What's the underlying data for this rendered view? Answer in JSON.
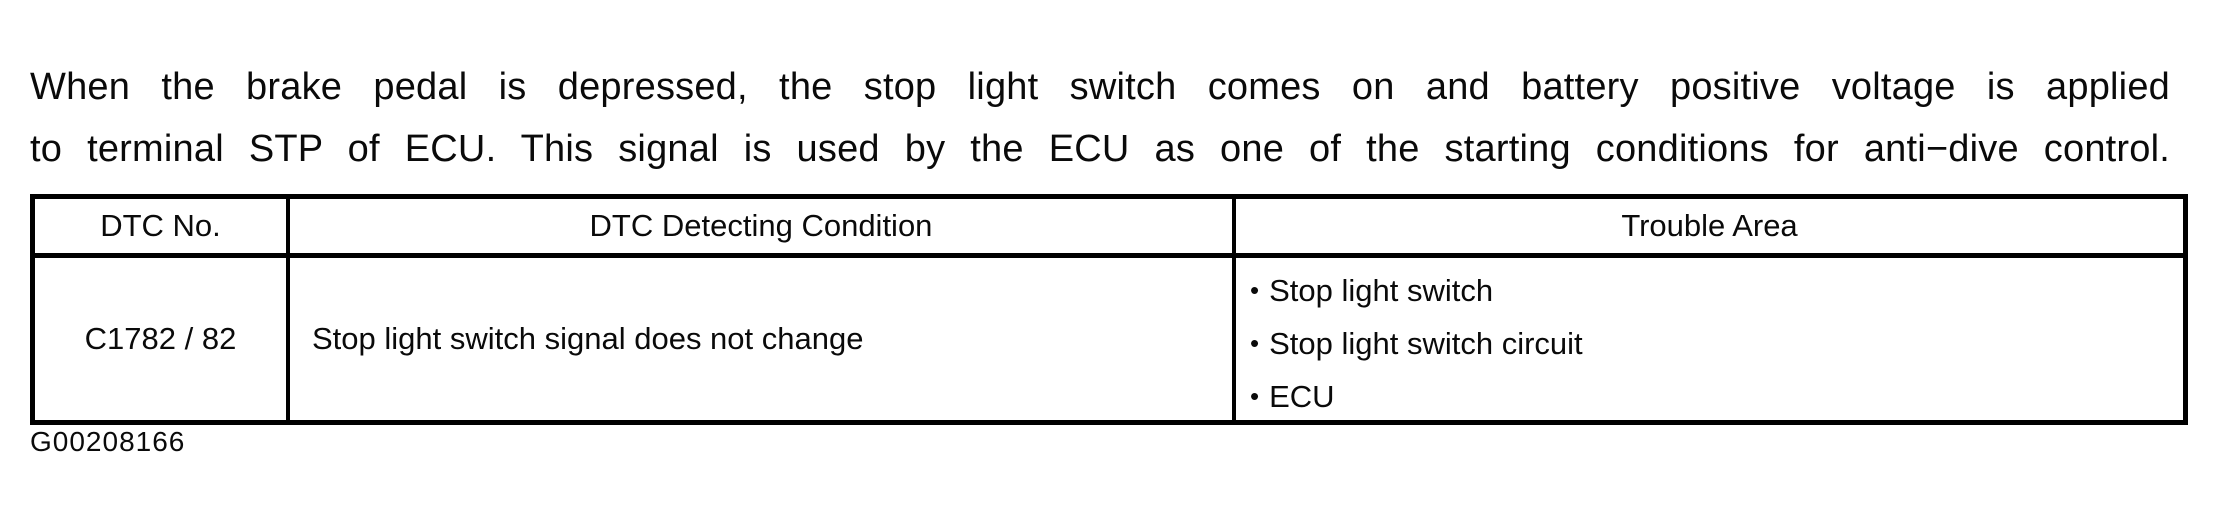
{
  "page": {
    "background": "#ffffff",
    "text_color": "#0a0a0a",
    "border_color": "#000000"
  },
  "description": {
    "lines": [
      "When the brake pedal is depressed, the stop light switch comes on and battery positive voltage is applied",
      "to terminal STP of ECU. This signal is used by the ECU as one of the starting conditions for anti−dive control."
    ]
  },
  "dtc_table": {
    "headers": {
      "dtc_no": "DTC No.",
      "detecting_condition": "DTC Detecting Condition",
      "trouble_area": "Trouble Area"
    },
    "rows": [
      {
        "dtc_no": "C1782 / 82",
        "detecting_condition": "Stop light switch signal does not change",
        "trouble_areas": [
          "Stop light switch",
          "Stop light switch circuit",
          "ECU"
        ]
      }
    ],
    "bullet_icon": "•"
  },
  "figure_code": "G00208166"
}
